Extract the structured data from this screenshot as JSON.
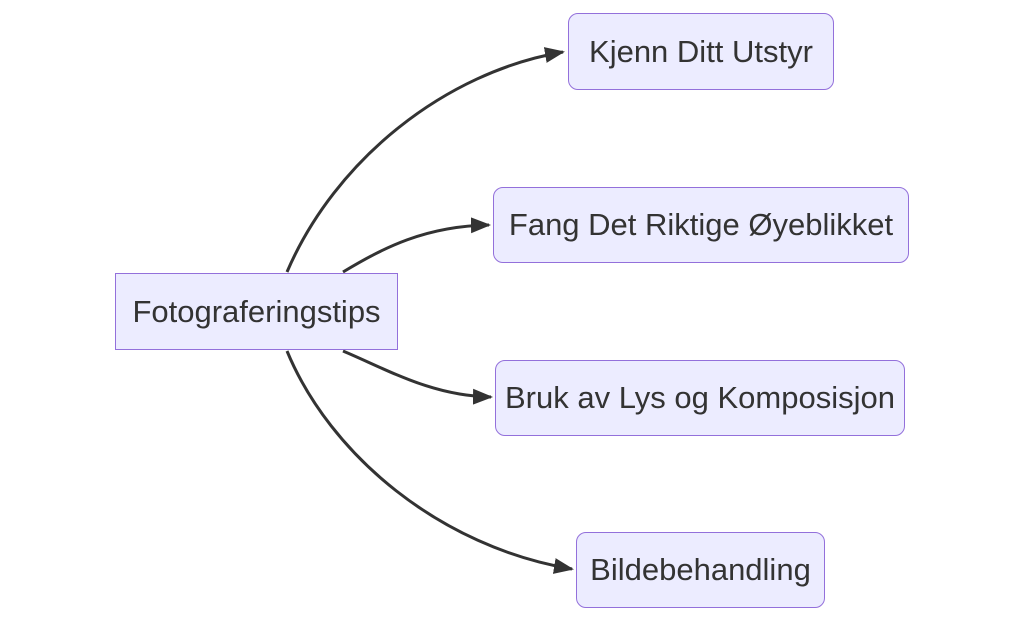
{
  "diagram": {
    "kind": "flowchart-left-to-right",
    "root": {
      "label": "Fotograferingstips"
    },
    "children": [
      {
        "label": "Kjenn Ditt Utstyr"
      },
      {
        "label": "Fang Det Riktige Øyeblikket"
      },
      {
        "label": "Bruk av Lys og Komposisjon"
      },
      {
        "label": "Bildebehandling"
      }
    ],
    "edges": [
      {
        "from": "Fotograferingstips",
        "to": "Kjenn Ditt Utstyr"
      },
      {
        "from": "Fotograferingstips",
        "to": "Fang Det Riktige Øyeblikket"
      },
      {
        "from": "Fotograferingstips",
        "to": "Bruk av Lys og Komposisjon"
      },
      {
        "from": "Fotograferingstips",
        "to": "Bildebehandling"
      }
    ],
    "colors": {
      "node_fill": "#ECECFF",
      "node_border": "#9370DB",
      "edge_line": "#333333",
      "text": "#333333",
      "background": "#FFFFFF"
    }
  }
}
